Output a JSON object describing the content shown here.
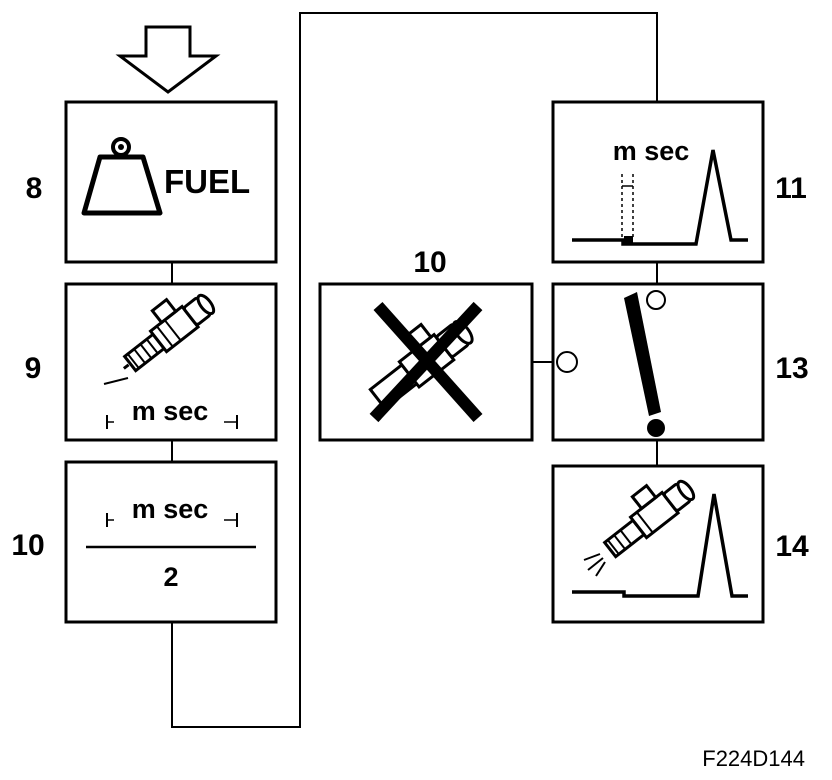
{
  "steps": {
    "s8": {
      "number": "8",
      "label": "FUEL",
      "icon": "weight-icon"
    },
    "s9": {
      "number": "9",
      "label": "m sec",
      "icon": "fuel-injector-icon"
    },
    "s10a": {
      "number": "10",
      "numerator": "m sec",
      "denominator": "2"
    },
    "s10b": {
      "number": "10",
      "icon": "crossed-out-injector-icon"
    },
    "s11": {
      "number": "11",
      "label": "m sec",
      "icon": "pulse-timing-icon"
    },
    "s13": {
      "number": "13",
      "icon": "exclamation-icon"
    },
    "s14": {
      "number": "14",
      "icon": "injector-spray-pulse-icon"
    }
  },
  "figure_code": "F224D144"
}
